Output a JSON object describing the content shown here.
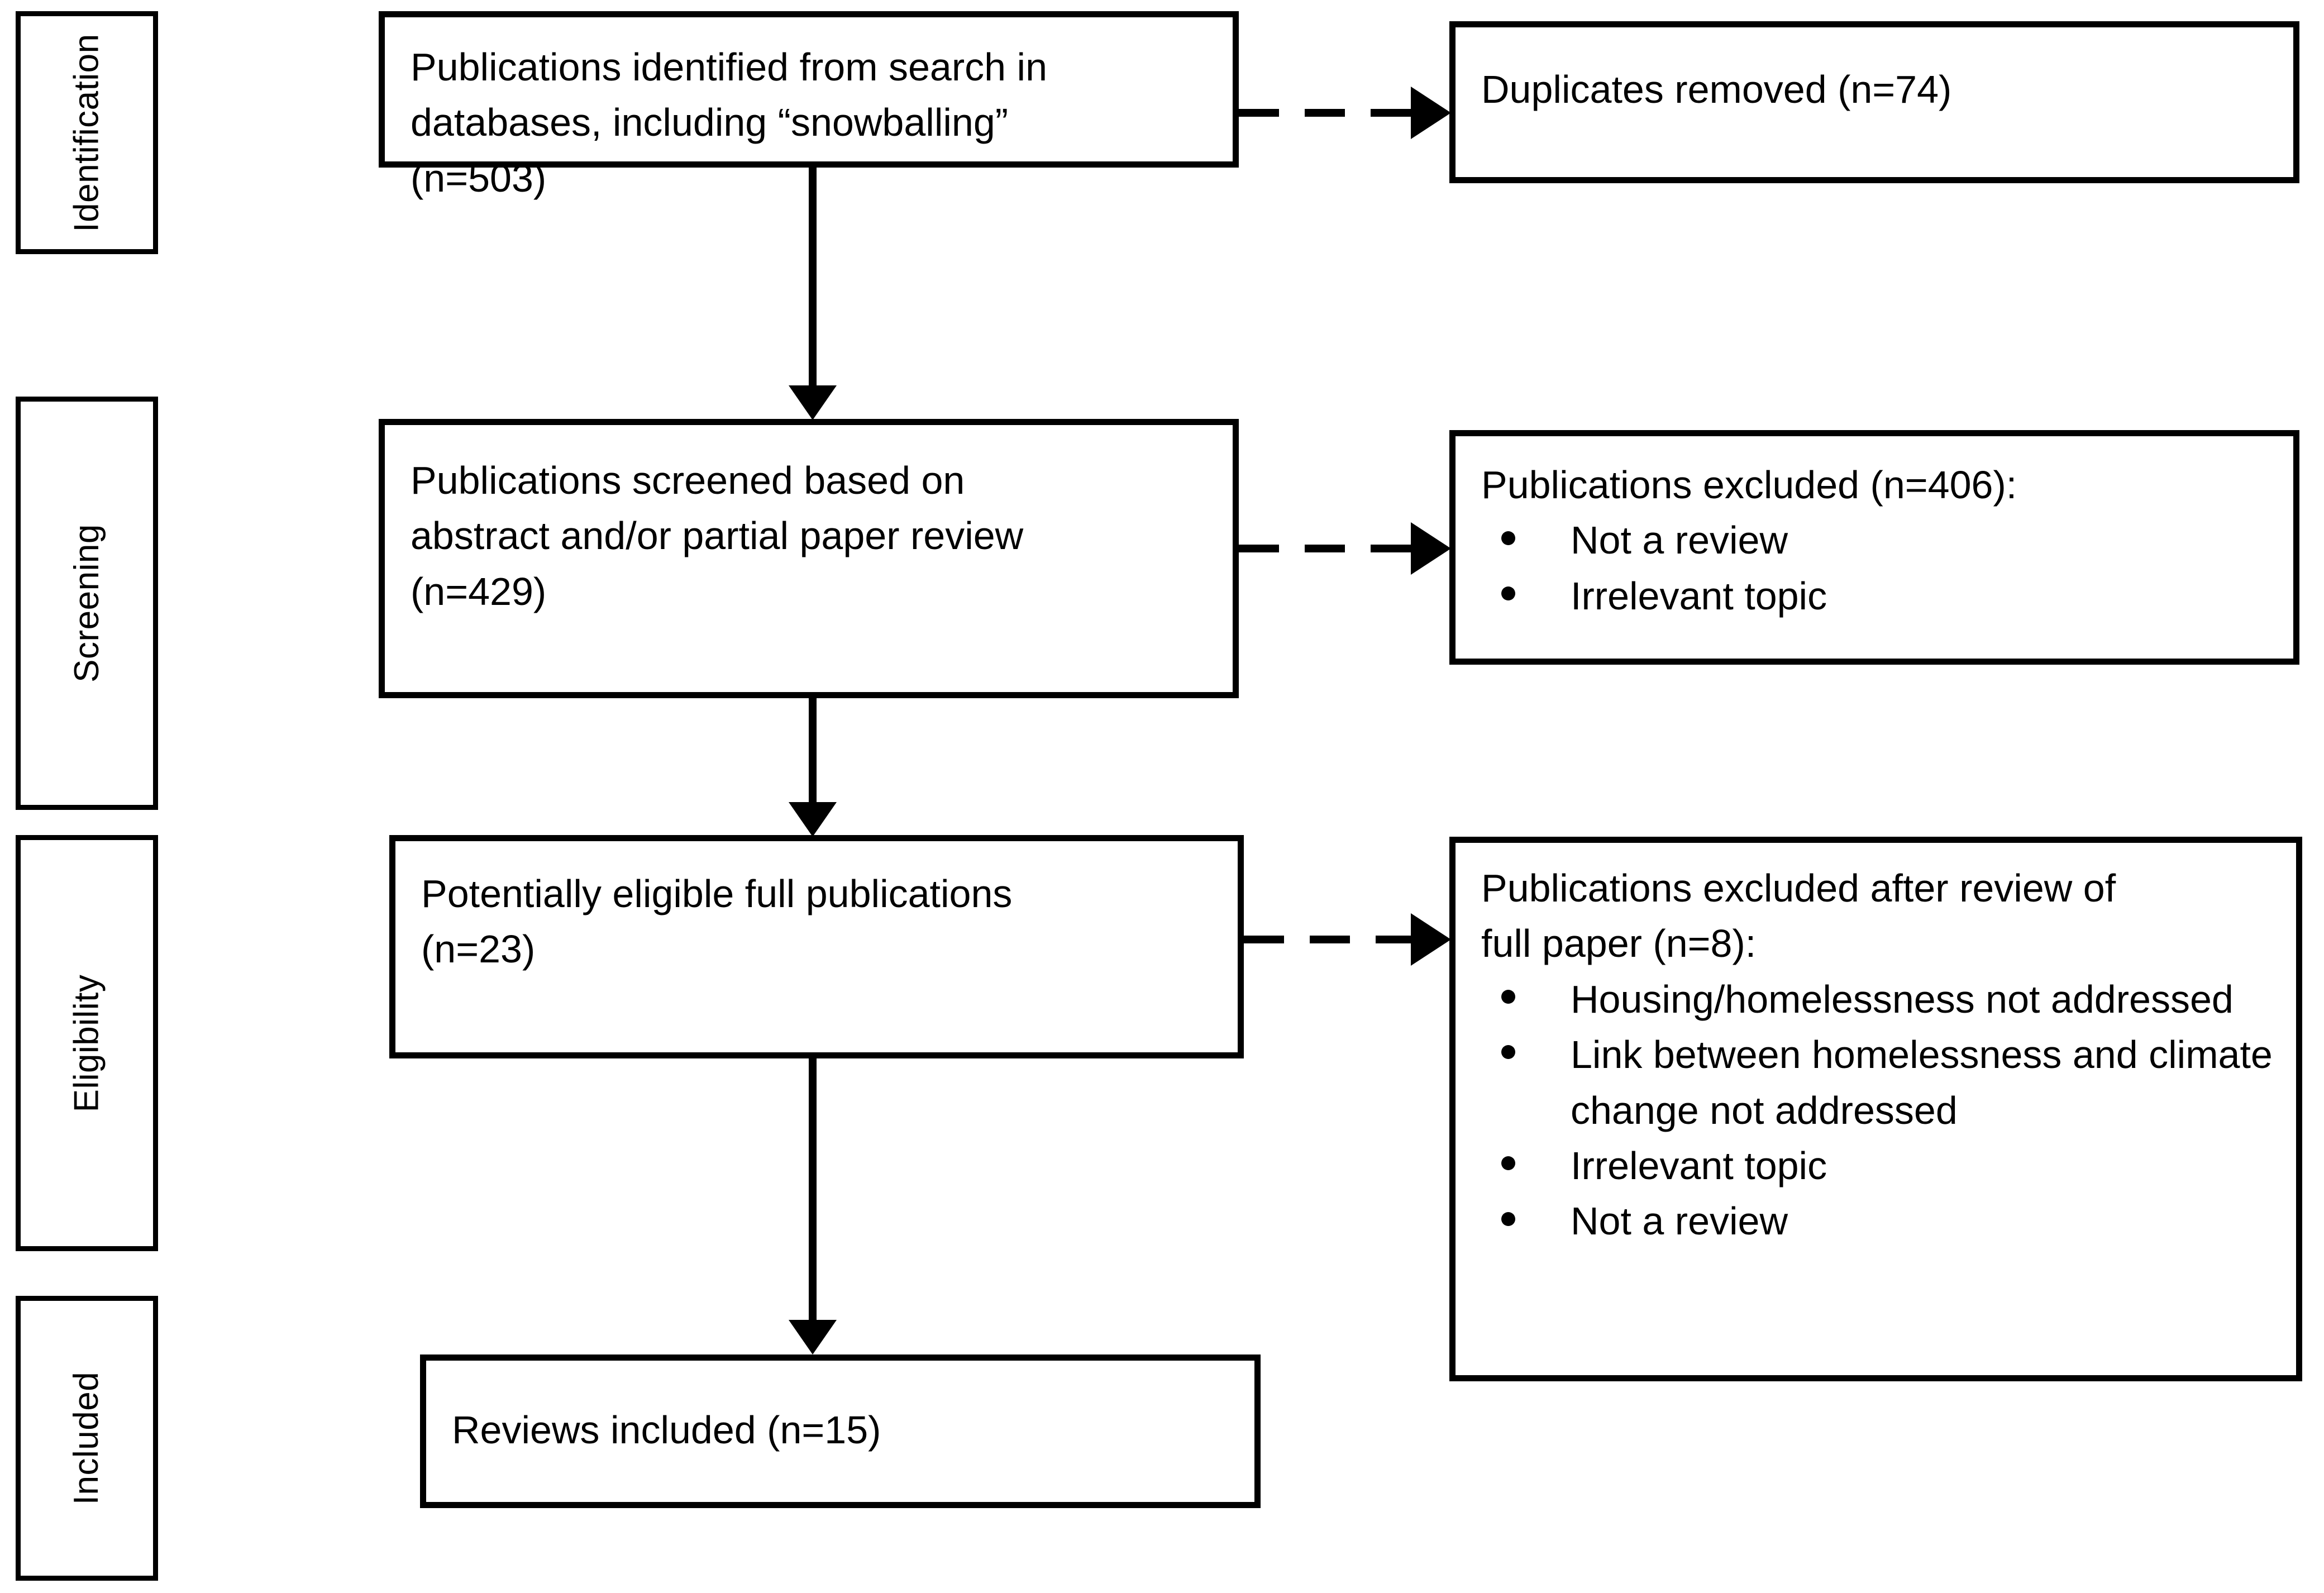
{
  "diagram": {
    "type": "prisma-flow-diagram",
    "stages": [
      {
        "key": "identification",
        "label": "Identification"
      },
      {
        "key": "screening",
        "label": "Screening"
      },
      {
        "key": "eligibility",
        "label": "Eligibility"
      },
      {
        "key": "included",
        "label": "Included"
      }
    ],
    "flow_boxes": [
      {
        "key": "identified",
        "stage": "identification",
        "lines": [
          "Publications identified from search in",
          "databases, including “snowballing”",
          "(n=503)"
        ],
        "count": 503
      },
      {
        "key": "screened",
        "stage": "screening",
        "lines": [
          "Publications screened based on",
          "abstract and/or partial paper review",
          "(n=429)"
        ],
        "count": 429
      },
      {
        "key": "eligible",
        "stage": "eligibility",
        "lines": [
          " Potentially eligible full publications",
          "(n=23)"
        ],
        "count": 23
      },
      {
        "key": "included",
        "stage": "included",
        "lines": [
          "Reviews included (n=15)"
        ],
        "count": 15
      }
    ],
    "exclusion_boxes": [
      {
        "key": "duplicates",
        "heading": "Duplicates removed (n=74)",
        "count": 74,
        "bullets": []
      },
      {
        "key": "excluded-screening",
        "heading": "Publications excluded (n=406):",
        "count": 406,
        "bullets": [
          "Not a review",
          "Irrelevant topic"
        ]
      },
      {
        "key": "excluded-fulltext",
        "heading_lines": [
          "Publications excluded after review of",
          "full paper (n=8):"
        ],
        "count": 8,
        "bullets": [
          "Housing/homelessness not addressed",
          "Link between homelessness and climate change not addressed",
          "Irrelevant topic",
          "Not a review"
        ]
      }
    ],
    "connectors": {
      "vertical_solid": [
        {
          "from": "identified",
          "to": "screened"
        },
        {
          "from": "screened",
          "to": "eligible"
        },
        {
          "from": "eligible",
          "to": "included"
        }
      ],
      "horizontal_dashed": [
        {
          "from": "identified",
          "to": "duplicates"
        },
        {
          "from": "screened",
          "to": "excluded-screening"
        },
        {
          "from": "eligible",
          "to": "excluded-fulltext"
        }
      ]
    },
    "colors": {
      "line": "#000000",
      "background": "#ffffff",
      "text": "#000000"
    }
  }
}
